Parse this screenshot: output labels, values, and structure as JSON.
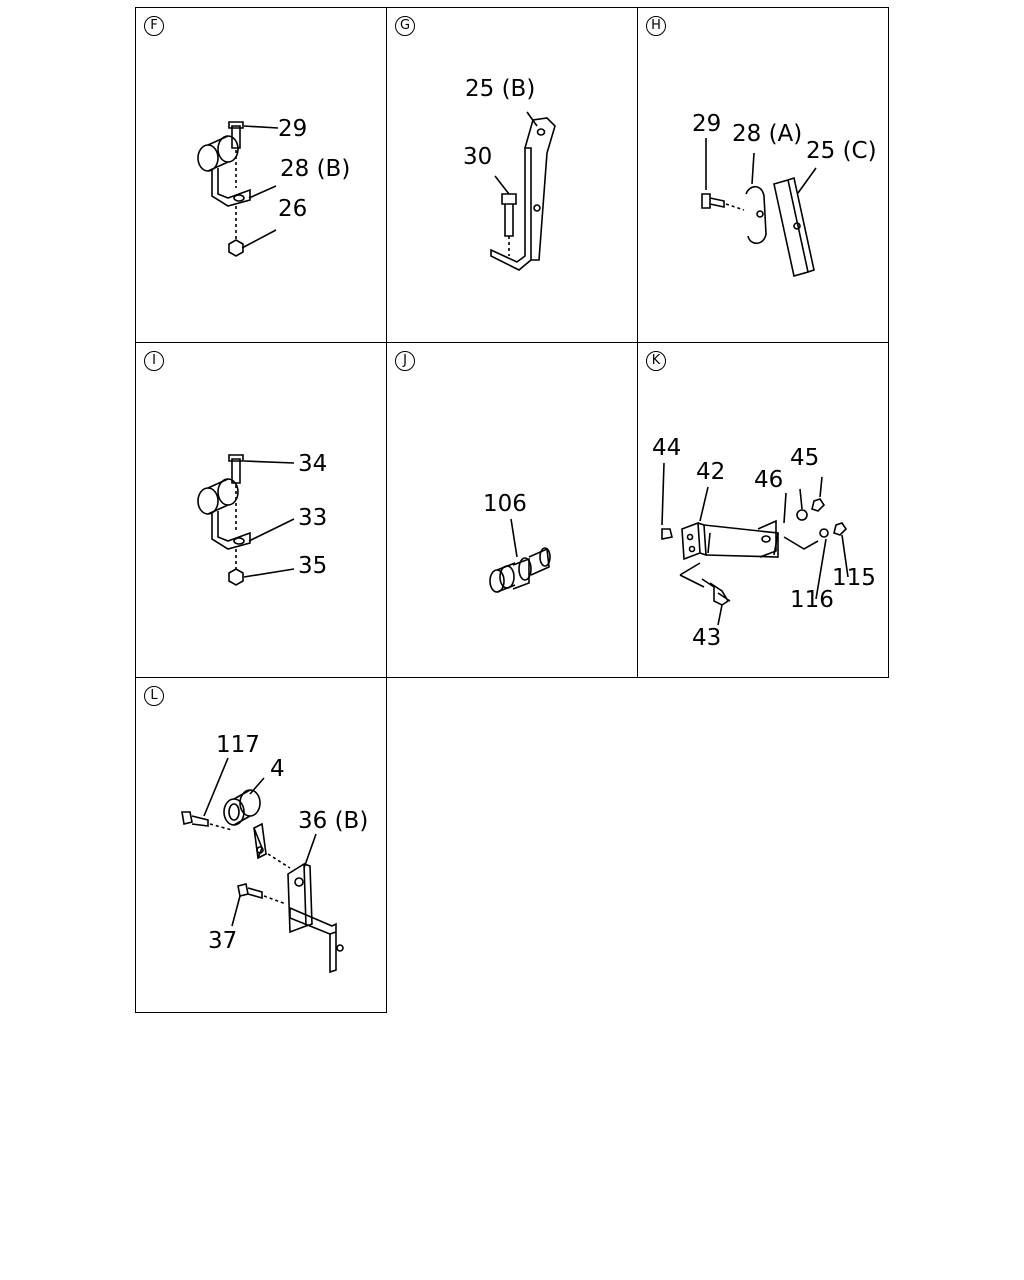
{
  "panels": [
    {
      "letter": "F",
      "labels": [
        "29",
        "28 (B)",
        "26"
      ]
    },
    {
      "letter": "G",
      "labels": [
        "25 (B)",
        "30"
      ]
    },
    {
      "letter": "H",
      "labels": [
        "29",
        "28 (A)",
        "25 (C)"
      ]
    },
    {
      "letter": "I",
      "labels": [
        "34",
        "33",
        "35"
      ]
    },
    {
      "letter": "J",
      "labels": [
        "106"
      ]
    },
    {
      "letter": "K",
      "labels": [
        "44",
        "42",
        "46",
        "45",
        "115",
        "116",
        "43"
      ]
    },
    {
      "letter": "L",
      "labels": [
        "117",
        "4",
        "36 (B)",
        "37"
      ]
    }
  ]
}
